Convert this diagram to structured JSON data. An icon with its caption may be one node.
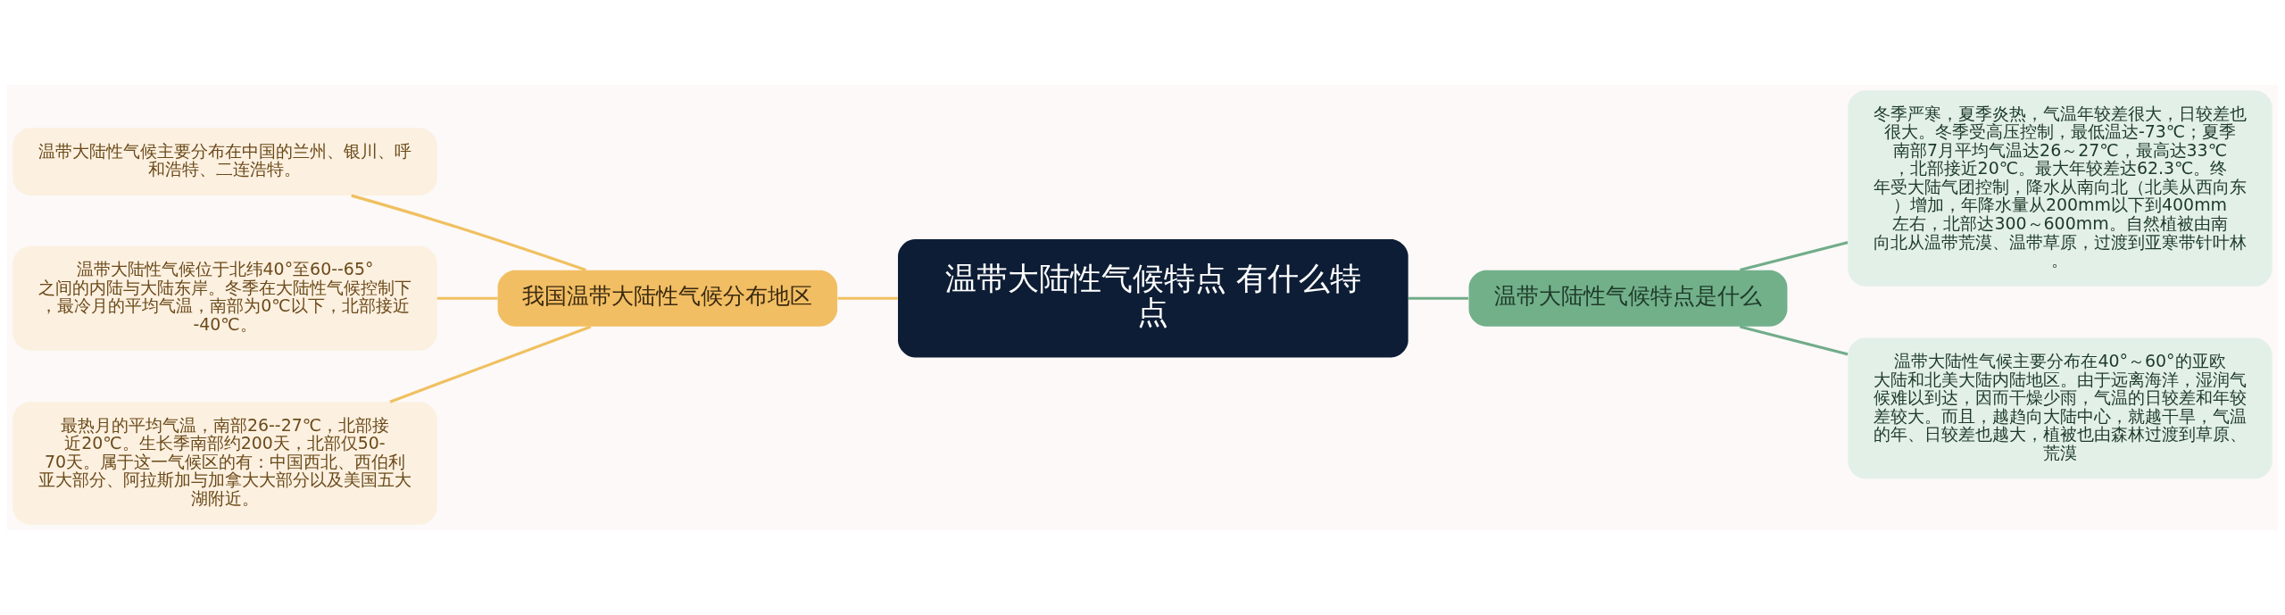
{
  "diagram": {
    "nodes": [
      {
        "text": [
          "温带大陆性气候特点 有什么特点"
        ]
      },
      {
        "text": [
          "我国温带大陆性气候分布地区"
        ]
      },
      {
        "text": [
          "温带大陆性气候主要分布在中国的兰州、银川、呼和浩特、二连浩特。"
        ]
      },
      {
        "text": [
          "温带大陆性气候位于北纬40°至60--65°之间的内陆与大陆东岸。冬季在大陆性气候控制下，最冷月的平均气温，南部为0℃以下，北部接近-40℃。"
        ]
      },
      {
        "text": [
          "最热月的平均气温，南部26--27℃，北部接近20℃。生长季南部约200天，北部仅50-70天。属于这一气候区的有：中国西北、西伯利亚大部分、阿拉斯加与加拿大大部分以及美国五大湖附近。"
        ]
      },
      {
        "text": [
          "温带大陆性气候特点是什么"
        ]
      },
      {
        "text": [
          "冬季严寒，夏季炎热，气温年较差很大，日较差也很大。冬季受高压控制，最低温达-73℃；夏季南部7月平均气温达26～27℃，最高达33℃，北部接近20℃。最大年较差达62.3℃。终年受大陆气团控制，降水从南向北（北美从西向东）增加，年降水量从200mm以下到400mm左右，北部达300～600mm。自然植被由南向北从温带荒漠、温带草原，过渡到亚寒带针叶林。"
        ]
      },
      {
        "text": [
          "温带大陆性气候主要分布在40°～60°的亚欧大陆和北美大陆内陆地区。由于远离海洋，湿润气候难以到达，因而干燥少雨，气温的日较差和年较差较大。而且，越趋向大陆中心，就越干旱，气温的年、日较差也越大，植被也由森林过渡到草原、荒漠"
        ]
      }
    ],
    "edges": [
      {
        "from": 0,
        "to": 1,
        "arrow": "none",
        "color": "#f0c060"
      },
      {
        "from": 1,
        "to": 2,
        "arrow": "none",
        "color": "#f0c060"
      },
      {
        "from": 1,
        "to": 3,
        "arrow": "none",
        "color": "#f0c060"
      },
      {
        "from": 1,
        "to": 4,
        "arrow": "none",
        "color": "#f0c060"
      },
      {
        "from": 0,
        "to": 5,
        "arrow": "none",
        "color": "#72ac8a"
      },
      {
        "from": 5,
        "to": 6,
        "arrow": "none",
        "color": "#72ac8a"
      },
      {
        "from": 5,
        "to": 7,
        "arrow": "none",
        "color": "#72ac8a"
      }
    ]
  }
}
